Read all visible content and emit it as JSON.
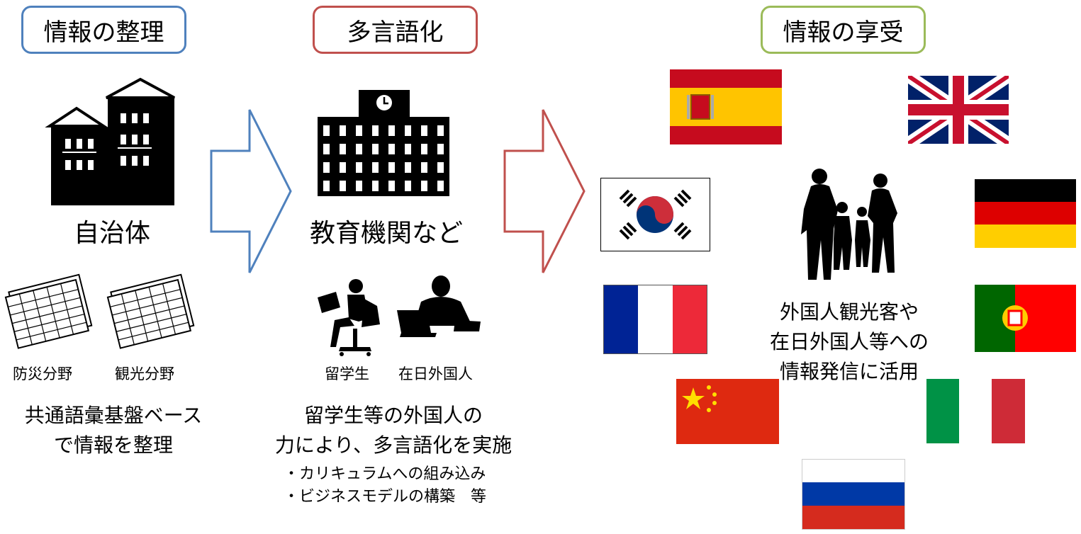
{
  "stages": [
    {
      "title": "情報の整理",
      "border_color": "#4f81bd"
    },
    {
      "title": "多言語化",
      "border_color": "#c0504d"
    },
    {
      "title": "情報の享受",
      "border_color": "#9bbb59"
    }
  ],
  "left": {
    "caption": "自治体",
    "doc_labels": [
      "防災分野",
      "観光分野"
    ],
    "desc_lines": [
      "共通語彙基盤ベース",
      "で情報を整理"
    ]
  },
  "middle": {
    "caption": "教育機関など",
    "person_labels": [
      "留学生",
      "在日外国人"
    ],
    "desc_lines": [
      "留学生等の外国人の",
      "力により、多言語化を実施"
    ],
    "bullets": [
      "・カリキュラムへの組み込み",
      "・ビジネスモデルの構築　等"
    ]
  },
  "right": {
    "desc_lines": [
      "外国人観光客や",
      "在日外国人等への",
      "情報発信に活用"
    ],
    "flags": [
      "spain-flag",
      "uk-flag",
      "korea-flag",
      "germany-flag",
      "france-flag",
      "portugal-flag",
      "china-flag",
      "italy-flag",
      "russia-flag"
    ]
  },
  "arrows": [
    {
      "color": "#4f81bd"
    },
    {
      "color": "#c0504d"
    }
  ]
}
